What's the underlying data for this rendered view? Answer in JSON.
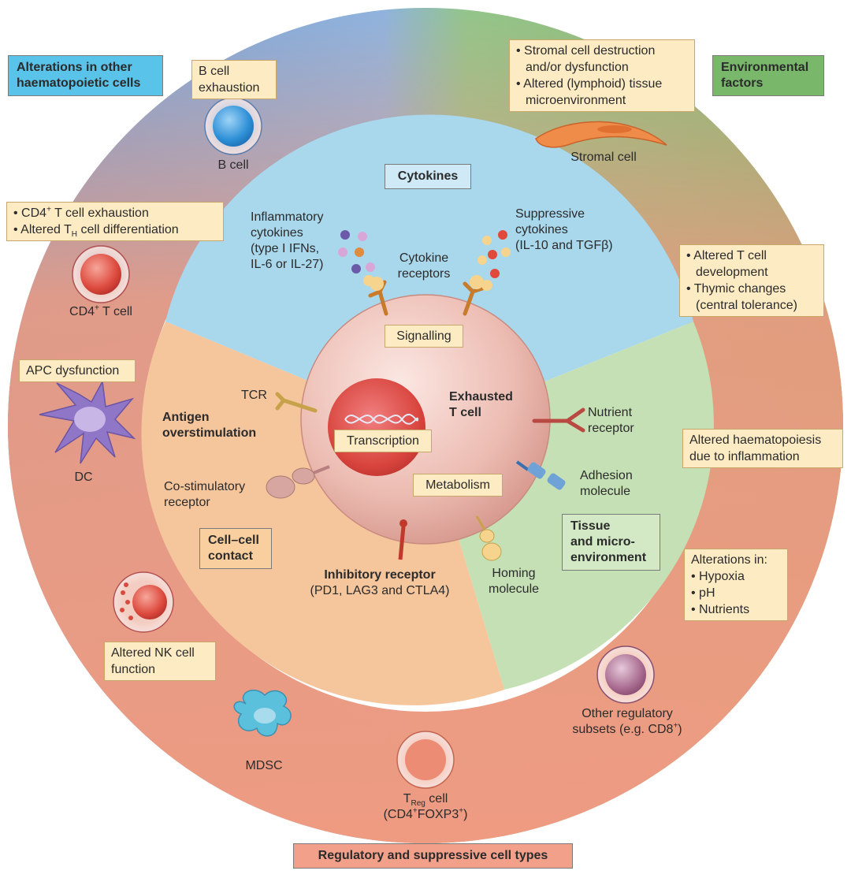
{
  "headers": {
    "haematopoietic": [
      "Alterations in other",
      "haematopoietic cells"
    ],
    "environmental": [
      "Environmental",
      "factors"
    ],
    "regulatory": "Regulatory and suppressive cell types",
    "cytokines": "Cytokines",
    "cell_contact": [
      "Cell–cell",
      "contact"
    ],
    "tissue": [
      "Tissue",
      "and micro-",
      "environment"
    ]
  },
  "outer": {
    "b_cell_box": [
      "B cell",
      "exhaustion"
    ],
    "b_cell_label": "B cell",
    "cd4_box": [
      "CD4",
      "+",
      " T cell exhaustion",
      "Altered T",
      "H",
      " cell differentiation"
    ],
    "cd4_label": [
      "CD4",
      "+",
      " T cell"
    ],
    "apc_box": "APC dysfunction",
    "dc_label": "DC",
    "nk_box": [
      "Altered NK cell",
      "function"
    ],
    "mdsc_label": "MDSC",
    "treg_label": [
      "T",
      "Reg",
      " cell",
      "(CD4",
      "+",
      "FOXP3",
      "+",
      ")"
    ],
    "other_reg": [
      "Other regulatory",
      "subsets (e.g. CD8",
      "+",
      ")"
    ],
    "stromal_box": [
      "Stromal cell destruction",
      "and/or dysfunction",
      "Altered (lymphoid) tissue",
      "microenvironment"
    ],
    "stromal_label": "Stromal cell",
    "tcell_dev_box": [
      "Altered T cell",
      "development",
      "Thymic changes",
      "(central tolerance)"
    ],
    "haemato_box": [
      "Altered haematopoiesis",
      "due to inflammation"
    ],
    "alterations_box": [
      "Alterations in:",
      "Hypoxia",
      "pH",
      "Nutrients"
    ]
  },
  "inner": {
    "inflammatory": [
      "Inflammatory",
      "cytokines",
      "(type I IFNs,",
      "IL-6 or IL-27)"
    ],
    "suppressive": [
      "Suppressive",
      "cytokines",
      "(IL-10 and TGFβ)"
    ],
    "cytokine_receptors": [
      "Cytokine",
      "receptors"
    ],
    "signalling": "Signalling",
    "tcr": "TCR",
    "antigen": [
      "Antigen",
      "overstimulation"
    ],
    "exhausted": [
      "Exhausted",
      "T cell"
    ],
    "transcription": "Transcription",
    "metabolism": "Metabolism",
    "nutrient": [
      "Nutrient",
      "receptor"
    ],
    "adhesion": [
      "Adhesion",
      "molecule"
    ],
    "costim": [
      "Co-stimulatory",
      "receptor"
    ],
    "inhibitory": [
      "Inhibitory receptor",
      "(PD1, LAG3 and CTLA4)"
    ],
    "homing": [
      "Homing",
      "molecule"
    ]
  },
  "colors": {
    "outer_blue": "#7fa7d8",
    "outer_green": "#8cc07e",
    "outer_salmon": "#e99a82",
    "inner_blue": "#a9d7ec",
    "inner_orange": "#f4c49a",
    "inner_green": "#c3dfb2",
    "box_fill": "#fdebc4",
    "header_blue": "#59c3e9",
    "header_green": "#79b86a",
    "header_salmon": "#f2a08a"
  }
}
